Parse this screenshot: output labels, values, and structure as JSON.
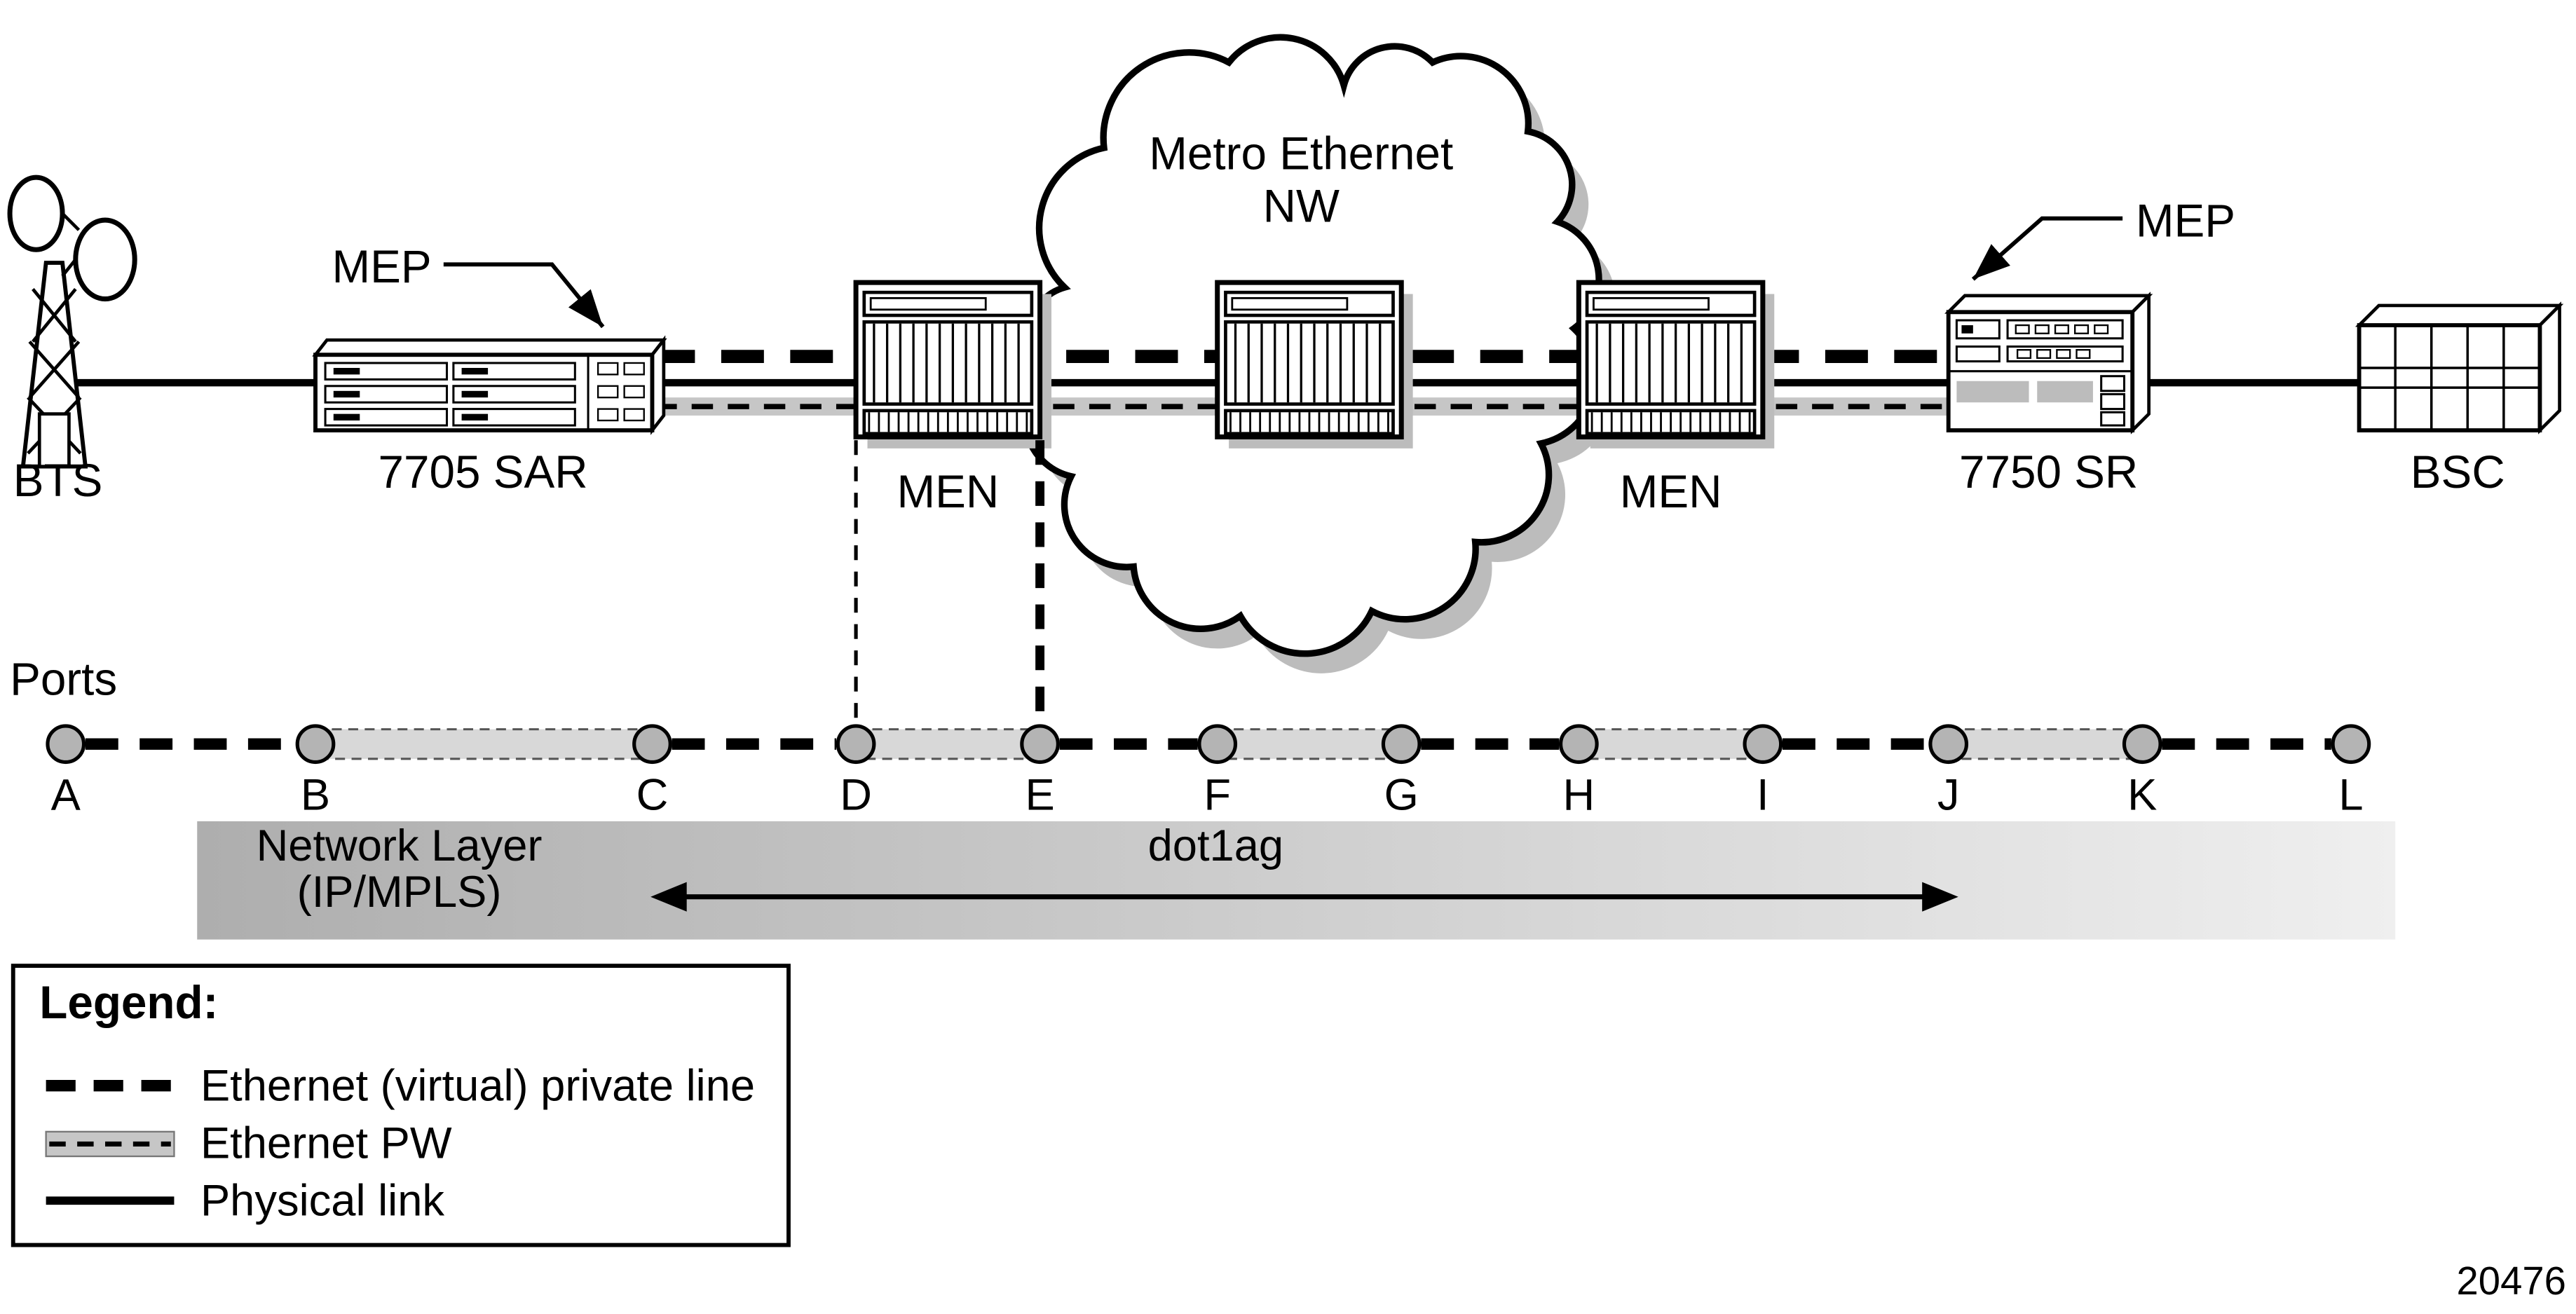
{
  "diagram": {
    "cloud": {
      "label_line1": "Metro Ethernet",
      "label_line2": "NW"
    },
    "mep_left": "MEP",
    "mep_right": "MEP",
    "devices": {
      "bts": "BTS",
      "sar": "7705 SAR",
      "men_left": "MEN",
      "men_right": "MEN",
      "sr": "7750 SR",
      "bsc": "BSC"
    },
    "ports_label": "Ports",
    "ports": [
      "A",
      "B",
      "C",
      "D",
      "E",
      "F",
      "G",
      "H",
      "I",
      "J",
      "K",
      "L"
    ],
    "bands": {
      "network_layer_line1": "Network Layer",
      "network_layer_line2": "(IP/MPLS)",
      "dot1ag_label": "dot1ag"
    },
    "legend": {
      "title": "Legend:",
      "items": [
        "Ethernet (virtual) private line",
        "Ethernet PW",
        "Physical link"
      ]
    },
    "figure_number": "20476",
    "colors": {
      "pw_gray": "#c6c6c6",
      "band_fill": "#d8d8d8",
      "port_fill": "#b4b4b4",
      "shadow_gray": "#bcbcbc",
      "gradient_start": "#aeaeae",
      "gradient_end": "#efefef"
    }
  }
}
